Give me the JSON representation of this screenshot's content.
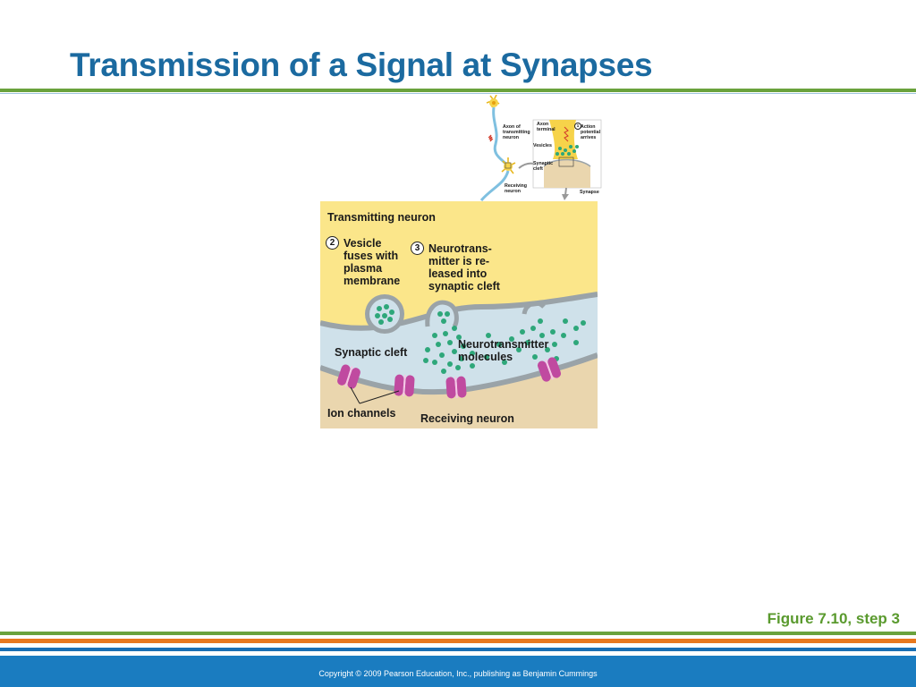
{
  "slide": {
    "title": "Transmission of a Signal at Synapses",
    "figure_label": "Figure 7.10, step 3",
    "copyright": "Copyright © 2009 Pearson Education, Inc., publishing as Benjamin Cummings"
  },
  "inset": {
    "axon_label": "Axon of\ntransmitting\nneuron",
    "receiving_label": "Receiving\nneuron",
    "axon_terminal_label": "Axon\nterminal",
    "vesicles_label": "Vesicles",
    "synaptic_cleft_label": "Synaptic\ncleft",
    "step1_number": "1",
    "action_potential_label": "Action\npotential\narrives",
    "synapse_label": "Synapse"
  },
  "main": {
    "transmitting_neuron_label": "Transmitting neuron",
    "step2_number": "2",
    "step2_text": "Vesicle\nfuses with\nplasma\nmembrane",
    "step3_number": "3",
    "step3_text": "Neurotrans-\nmitter is re-\nleased into\nsynaptic cleft",
    "neurotransmitter_label": "Neurotransmitter\nmolecules",
    "synaptic_cleft_label": "Synaptic cleft",
    "ion_channels_label": "Ion channels",
    "receiving_neuron_label": "Receiving neuron"
  },
  "colors": {
    "title_blue": "#1b6aa0",
    "accent_green": "#6aa23c",
    "accent_orange": "#e8781e",
    "footer_blue": "#1a7cc0",
    "cytoplasm_yellow": "#fbe68a",
    "membrane_gray": "#9aa3a8",
    "cleft_blue": "#cfe1ea",
    "receiving_tan": "#ead6ae",
    "neurotransmitter_green": "#2ea77a",
    "ion_channel_magenta": "#c04aa0"
  }
}
